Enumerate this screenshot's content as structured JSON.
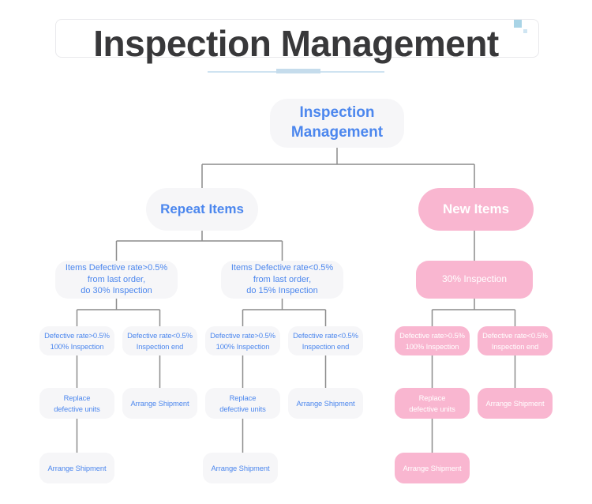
{
  "header": {
    "title": "Inspection Management"
  },
  "flowchart": {
    "root": "Inspection\nManagement",
    "repeat_items": "Repeat Items",
    "new_items": "New Items",
    "repeat_high": "Items Defective rate>0.5%\nfrom last order,\ndo 30% Inspection",
    "repeat_low": "Items Defective rate<0.5%\nfrom last order,\ndo 15% Inspection",
    "new_inspection": "30% Inspection",
    "defective_high": "Defective rate>0.5%\n100% Inspection",
    "defective_low": "Defective rate<0.5%\nInspection end",
    "replace_units": "Replace\ndefective units",
    "arrange_shipment": "Arrange Shipment"
  },
  "colors": {
    "accent_blue": "#4c87ee",
    "accent_pink": "#f9b6d0",
    "box_gray": "#f6f6f8",
    "connector_gray": "#8c8c8c",
    "underline_blue": "#cfe3f1"
  }
}
